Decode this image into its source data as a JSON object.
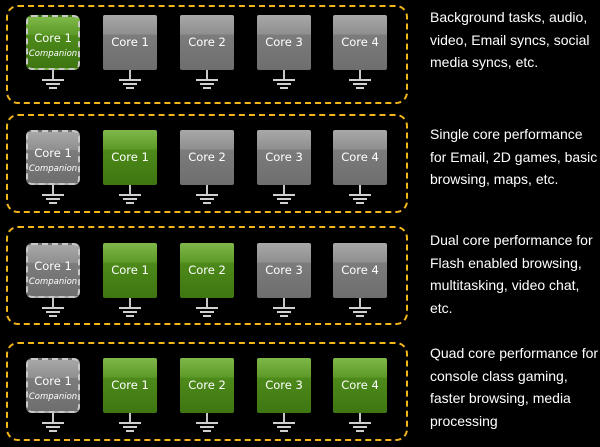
{
  "colors": {
    "border": "#f2b61c",
    "core_on": "#4d8a1a",
    "core_off": "#7c7c7c",
    "background": "#000000"
  },
  "rows": [
    {
      "mode": "companion",
      "cores": [
        {
          "name": "Core 1",
          "sub": "Companion",
          "active": true
        },
        {
          "name": "Core 1",
          "active": false
        },
        {
          "name": "Core 2",
          "active": false
        },
        {
          "name": "Core 3",
          "active": false
        },
        {
          "name": "Core 4",
          "active": false
        }
      ],
      "description": " Background tasks, audio, video, Email syncs, social media syncs, etc."
    },
    {
      "mode": "single",
      "cores": [
        {
          "name": "Core 1",
          "sub": "Companion",
          "active": false
        },
        {
          "name": "Core 1",
          "active": true
        },
        {
          "name": "Core 2",
          "active": false
        },
        {
          "name": "Core 3",
          "active": false
        },
        {
          "name": "Core 4",
          "active": false
        }
      ],
      "description": " Single core performance for Email, 2D games, basic browsing, maps, etc."
    },
    {
      "mode": "dual",
      "cores": [
        {
          "name": "Core 1",
          "sub": "Companion",
          "active": false
        },
        {
          "name": "Core 1",
          "active": true
        },
        {
          "name": "Core 2",
          "active": true
        },
        {
          "name": "Core 3",
          "active": false
        },
        {
          "name": "Core 4",
          "active": false
        }
      ],
      "description": "Dual core performance for Flash enabled browsing, multitasking, video chat, etc."
    },
    {
      "mode": "quad",
      "cores": [
        {
          "name": "Core 1",
          "sub": "Companion",
          "active": false
        },
        {
          "name": "Core 1",
          "active": true
        },
        {
          "name": "Core 2",
          "active": true
        },
        {
          "name": "Core 3",
          "active": true
        },
        {
          "name": "Core 4",
          "active": true
        }
      ],
      "description": "Quad core performance for console class gaming, faster browsing, media processing"
    }
  ]
}
